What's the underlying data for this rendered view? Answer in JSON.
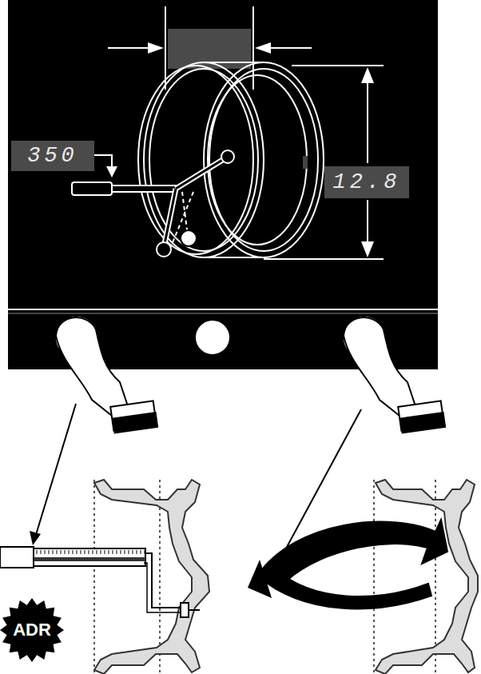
{
  "diagram": {
    "nodes": [
      {
        "text": [
          "350"
        ]
      },
      {
        "text": [
          "12.8"
        ]
      },
      {
        "text": [
          "ADR"
        ]
      }
    ]
  }
}
